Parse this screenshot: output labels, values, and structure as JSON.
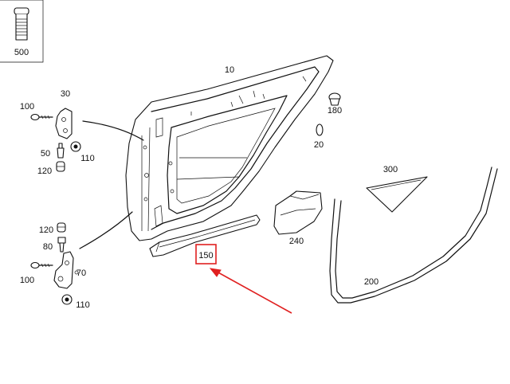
{
  "callouts": {
    "c500": "500",
    "c10": "10",
    "c30": "30",
    "c100a": "100",
    "c50": "50",
    "c110a": "110",
    "c120a": "120",
    "c180": "180",
    "c20": "20",
    "c300": "300",
    "c240": "240",
    "c120b": "120",
    "c80": "80",
    "c70": "70",
    "c100b": "100",
    "c110b": "110",
    "c150": "150",
    "c200": "200"
  },
  "colors": {
    "line": "#111111",
    "highlight": "#e02020"
  },
  "highlighted_part": "150"
}
